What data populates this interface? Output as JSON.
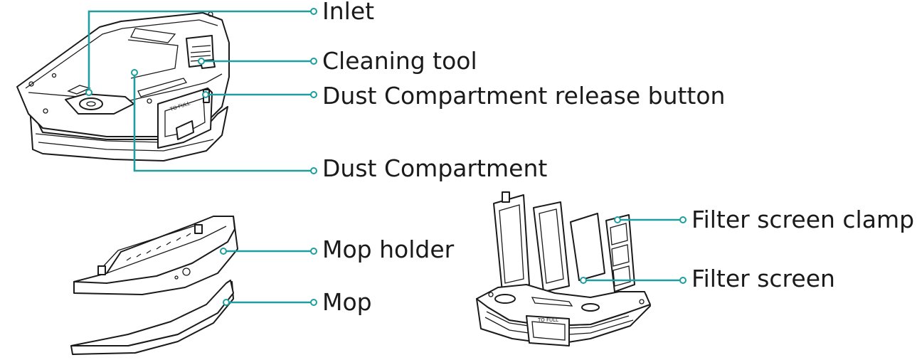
{
  "labels": {
    "inlet": "Inlet",
    "cleaning_tool": "Cleaning tool",
    "release_button": "Dust Compartment release button",
    "dust_compartment": "Dust Compartment",
    "mop_holder": "Mop holder",
    "mop": "Mop",
    "filter_screen_clamp": "Filter screen clamp",
    "filter_screen": "Filter screen"
  },
  "embossed": {
    "full_mark": "TO FULL"
  },
  "colors": {
    "leader": "#1f9ea0",
    "ink": "#1a1a1a"
  }
}
